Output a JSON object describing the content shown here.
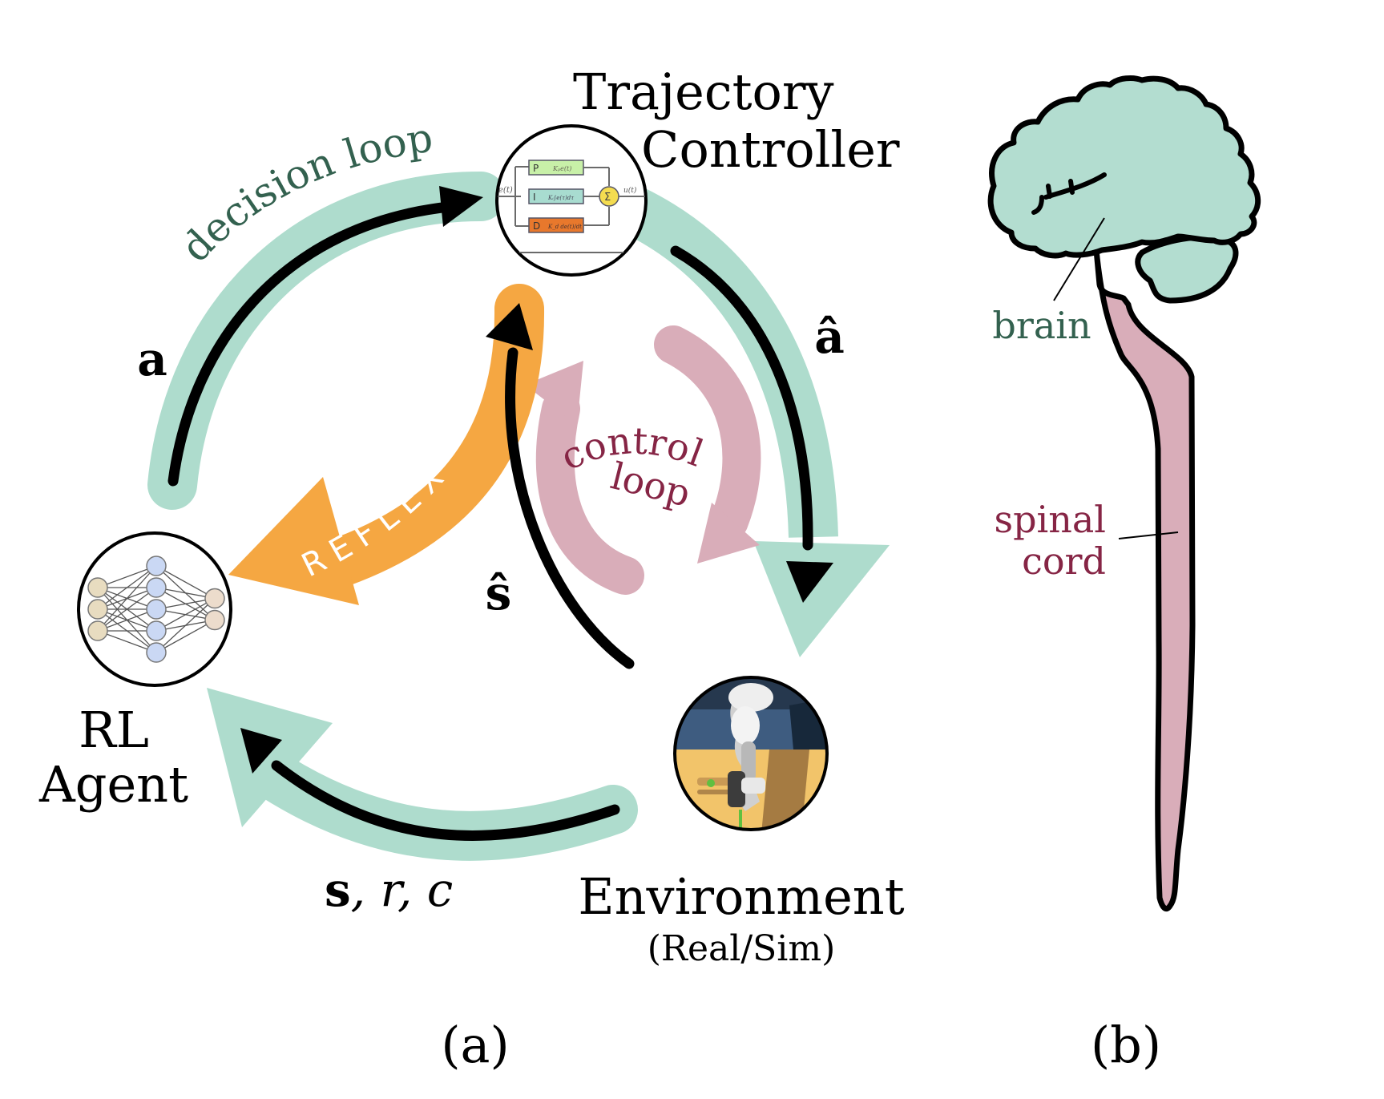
{
  "colors": {
    "decision_green": "#aedccd",
    "decision_text": "#33614f",
    "reflex_orange": "#f5a742",
    "control_pink": "#d9adb9",
    "control_text": "#862545",
    "brain_fill": "#b3ddd0",
    "cord_fill": "#d9adb9",
    "arrow_black": "#000000"
  },
  "panel_a": {
    "caption": "(a)",
    "nodes": {
      "trajectory_controller": {
        "line1": "Trajectory",
        "line2": "Controller"
      },
      "rl_agent": {
        "line1": "RL",
        "line2": "Agent"
      },
      "environment": {
        "line1": "Environment",
        "line2": "(Real/Sim)"
      }
    },
    "loops": {
      "decision": "decision loop",
      "control_line1": "control",
      "control_line2": "loop",
      "reflex": "REFLEX"
    },
    "signals": {
      "action": "a",
      "action_hat": "â",
      "state_hat": "ŝ",
      "feedback_s": "s",
      "feedback_sep1": ", ",
      "feedback_r": "r",
      "feedback_sep2": ", ",
      "feedback_c": "c"
    },
    "pid_diagram": {
      "input": "e(t)",
      "output": "u(t)",
      "blocks": [
        {
          "label": "P",
          "term": "Kₚe(t)",
          "color": "#c8f0a8"
        },
        {
          "label": "I",
          "term": "Kᵢ∫e(τ)dτ",
          "color": "#a8dcd0"
        },
        {
          "label": "D",
          "term": "K_d de(t)/dt",
          "color": "#e8782c"
        }
      ],
      "sum_symbol": "Σ"
    },
    "nn_layers": [
      3,
      5,
      2
    ]
  },
  "panel_b": {
    "caption": "(b)",
    "labels": {
      "brain": "brain",
      "spinal_line1": "spinal",
      "spinal_line2": "cord"
    }
  }
}
